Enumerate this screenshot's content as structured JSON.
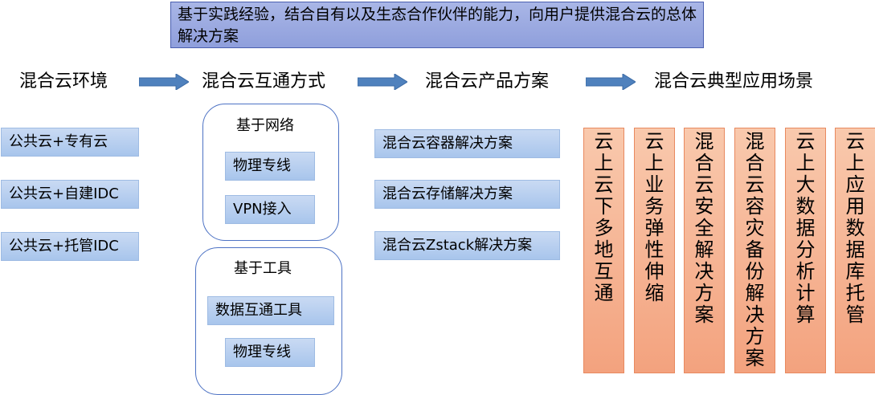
{
  "banner": "基于实践经验，结合自有以及生态合作伙伴的能力，向用户提供混合云的总体解决方案",
  "stages": [
    "混合云环境",
    "混合云互通方式",
    "混合云产品方案",
    "混合云典型应用场景"
  ],
  "environments": [
    "公共云+专有云",
    "公共云+自建IDC",
    "公共云+托管IDC"
  ],
  "interconnect": {
    "network": {
      "title": "基于网络",
      "items": [
        "物理专线",
        "VPN接入"
      ]
    },
    "tools": {
      "title": "基于工具",
      "items": [
        "数据互通工具",
        "物理专线"
      ]
    }
  },
  "products": [
    "混合云容器解决方案",
    "混合云存储解决方案",
    "混合云Zstack解决方案"
  ],
  "scenarios": [
    "云上云下多地互通",
    "云上业务弹性伸缩",
    "混合云安全解决方案",
    "混合云容灾备份解决方案",
    "云上大数据分析计算",
    "云上应用数据库托管"
  ],
  "colors": {
    "banner": "#97a6df",
    "box": "#b6cdef",
    "scene": "#f4a985",
    "arrow": "#4f81bd"
  }
}
